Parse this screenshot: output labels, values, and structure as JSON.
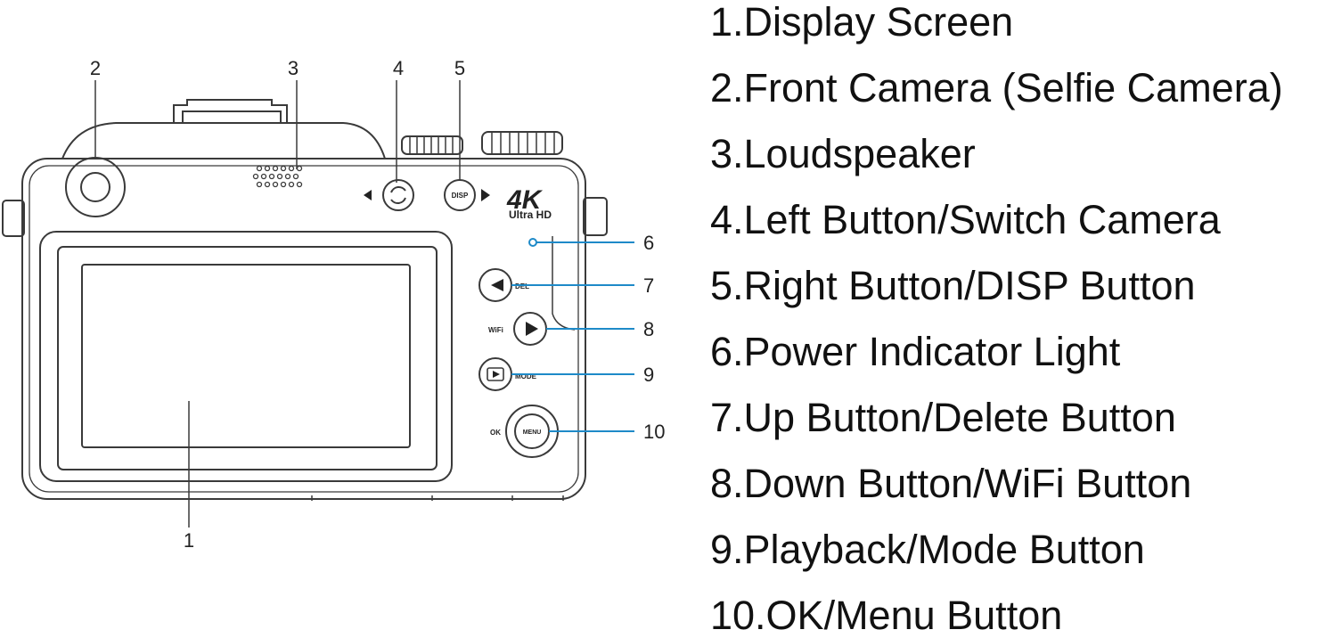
{
  "callouts": {
    "n1": "1",
    "n2": "2",
    "n3": "3",
    "n4": "4",
    "n5": "5",
    "n6": "6",
    "n7": "7",
    "n8": "8",
    "n9": "9",
    "n10": "10"
  },
  "camera": {
    "badge_main": "4K",
    "badge_sub": "Ultra HD",
    "disp_label": "DISP",
    "del_label": "DEL",
    "wifi_label": "WiFi",
    "mode_label": "MODE",
    "ok_label": "OK",
    "menu_label": "MENU"
  },
  "legend": [
    "1.Display Screen",
    "2.Front Camera (Selfie Camera)",
    "3.Loudspeaker",
    "4.Left Button/Switch Camera",
    "5.Right Button/DISP Button",
    "6.Power Indicator Light",
    "7.Up Button/Delete Button",
    "8.Down Button/WiFi Button",
    "9.Playback/Mode Button",
    "10.OK/Menu Button"
  ],
  "colors": {
    "line": "#3a3a3a",
    "callout_line": "#1e8ac8",
    "text": "#111111"
  }
}
